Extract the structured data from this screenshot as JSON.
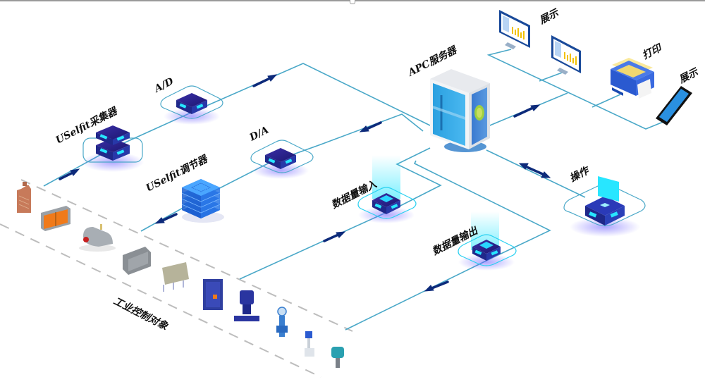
{
  "title": "APC industrial control architecture",
  "labels": {
    "collector": "USelfit采集器",
    "ad": "A/D",
    "regulator": "USelfit调节器",
    "da": "D/A",
    "apc_server": "APC服务器",
    "display1": "展示",
    "print": "打印",
    "display2": "展示",
    "operate": "操作",
    "data_input": "数据量输入",
    "data_output": "数据量输出",
    "industrial_objects": "工业控制对象"
  },
  "devices": [
    {
      "name": "heater-tank",
      "color": "#c77a5a"
    },
    {
      "name": "control-cabinet",
      "color": "#f07a1a"
    },
    {
      "name": "boiler",
      "color": "#9aa0a6"
    },
    {
      "name": "chiller",
      "color": "#8a8f94"
    },
    {
      "name": "dust-collector",
      "color": "#b6b39a"
    },
    {
      "name": "plate-heat-exchanger",
      "color": "#2f3fa0"
    },
    {
      "name": "pump",
      "color": "#2a35a0"
    },
    {
      "name": "flow-meter",
      "color": "#3a7fd0"
    },
    {
      "name": "control-valve",
      "color": "#c9d0d8"
    },
    {
      "name": "pressure-transmitter",
      "color": "#2aa0b0"
    }
  ],
  "colors": {
    "line": "#4aa8c8",
    "arrow": "#0d2a7a",
    "node_dark": "#2a1f8a",
    "node_glow": "#28e6ff",
    "dash": "#bdbdbd"
  }
}
